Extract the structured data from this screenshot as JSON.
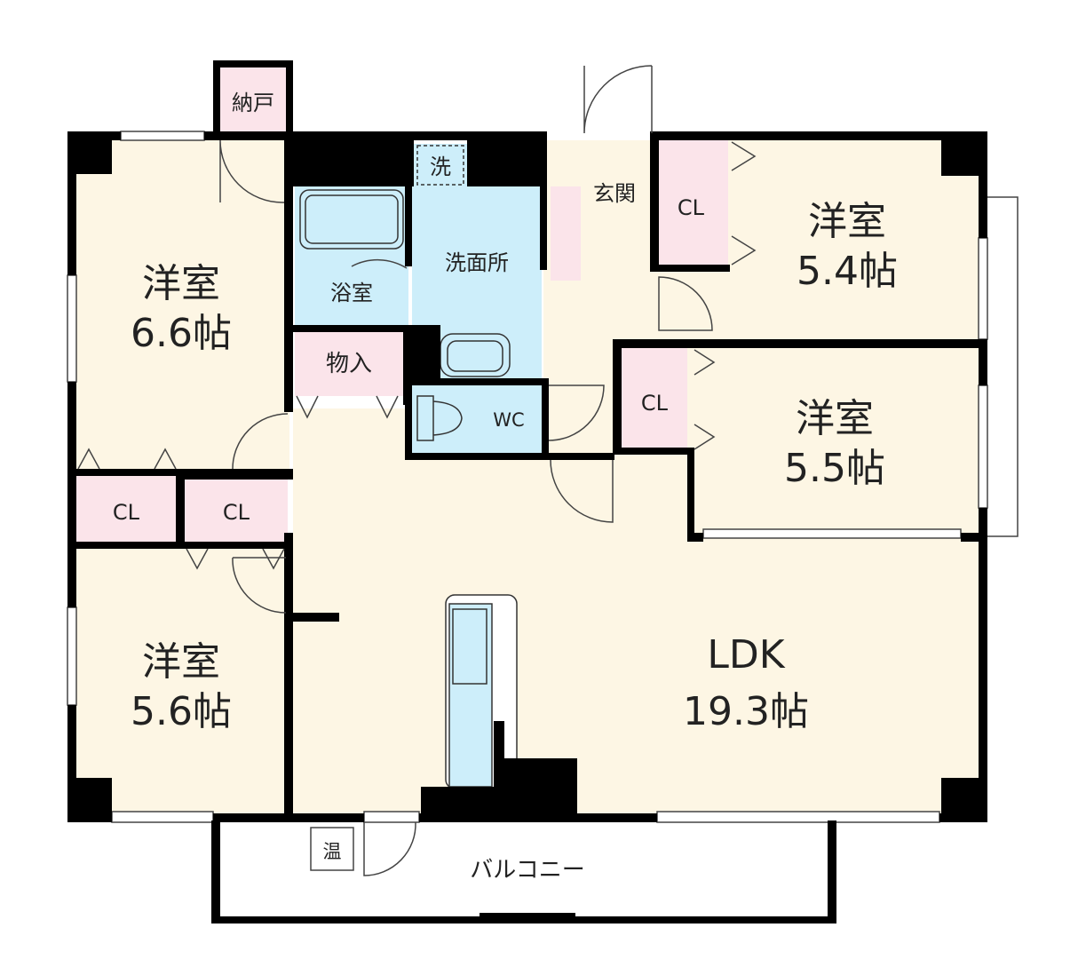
{
  "colors": {
    "floor": "#fdf6e4",
    "wet": "#cdeefa",
    "closet": "#fbe4ea",
    "wall": "#000000",
    "text": "#222222"
  },
  "rooms": {
    "western_6_6": {
      "name": "洋室",
      "size": "6.6帖"
    },
    "western_5_6": {
      "name": "洋室",
      "size": "5.6帖"
    },
    "western_5_4": {
      "name": "洋室",
      "size": "5.4帖"
    },
    "western_5_5": {
      "name": "洋室",
      "size": "5.5帖"
    },
    "ldk": {
      "name": "LDK",
      "size": "19.3帖"
    },
    "bath": {
      "name": "浴室"
    },
    "washroom": {
      "name": "洗面所"
    },
    "washer": {
      "name": "洗"
    },
    "storage": {
      "name": "納戸"
    },
    "pantry": {
      "name": "物入"
    },
    "wc": {
      "name": "WC"
    },
    "entrance": {
      "name": "玄関"
    },
    "closet": {
      "name": "CL"
    },
    "water_heater": {
      "name": "温"
    },
    "balcony": {
      "name": "バルコニー"
    }
  }
}
